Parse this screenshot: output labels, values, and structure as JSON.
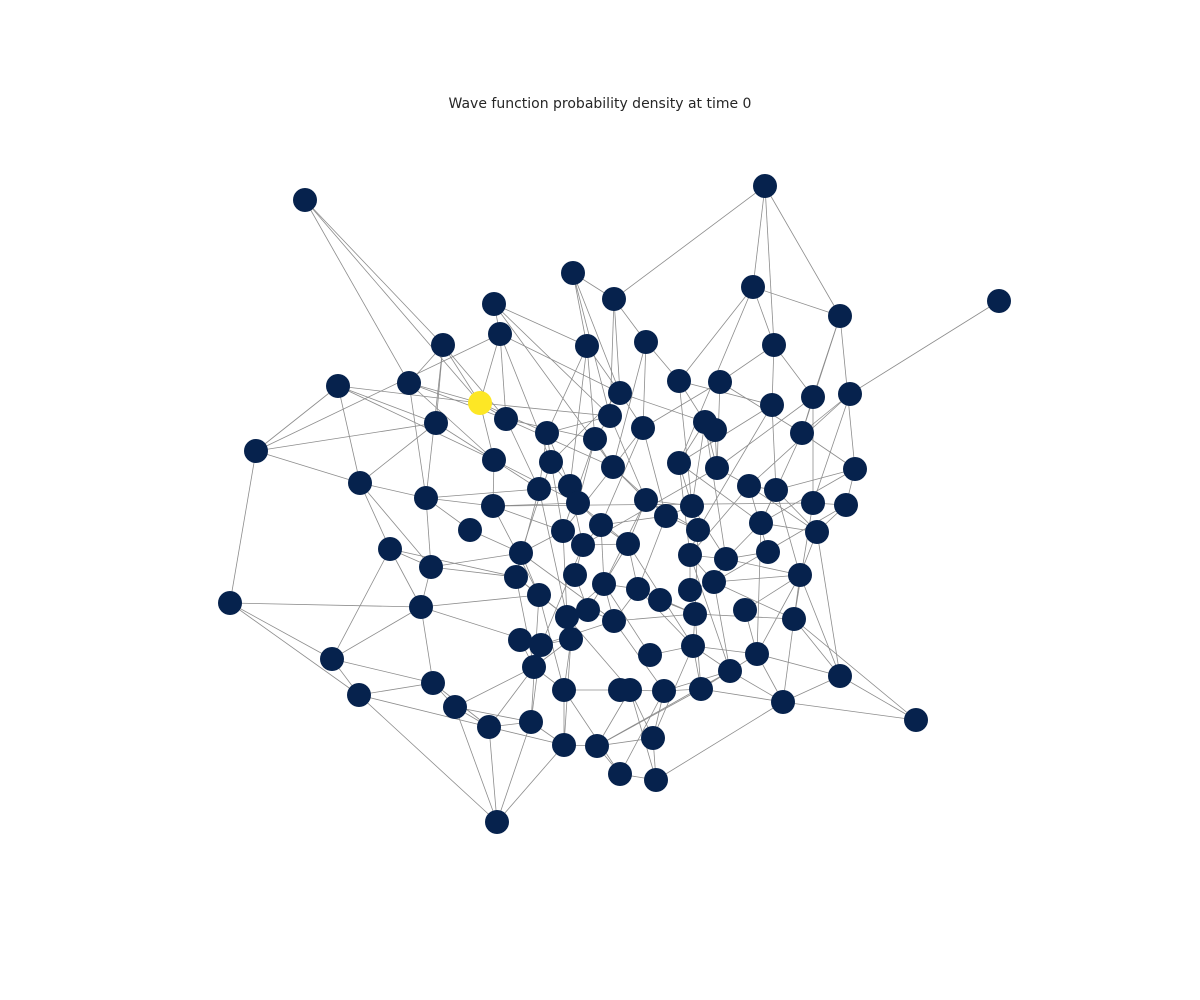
{
  "figure": {
    "title": "Wave function probability density at time 0"
  },
  "colors": {
    "node_default": "#06224d",
    "node_highlight": "#fde725",
    "edge": "#8c8c8c",
    "background": "#ffffff"
  },
  "graph": {
    "node_count": 110,
    "highlighted_node": "n0"
  }
}
